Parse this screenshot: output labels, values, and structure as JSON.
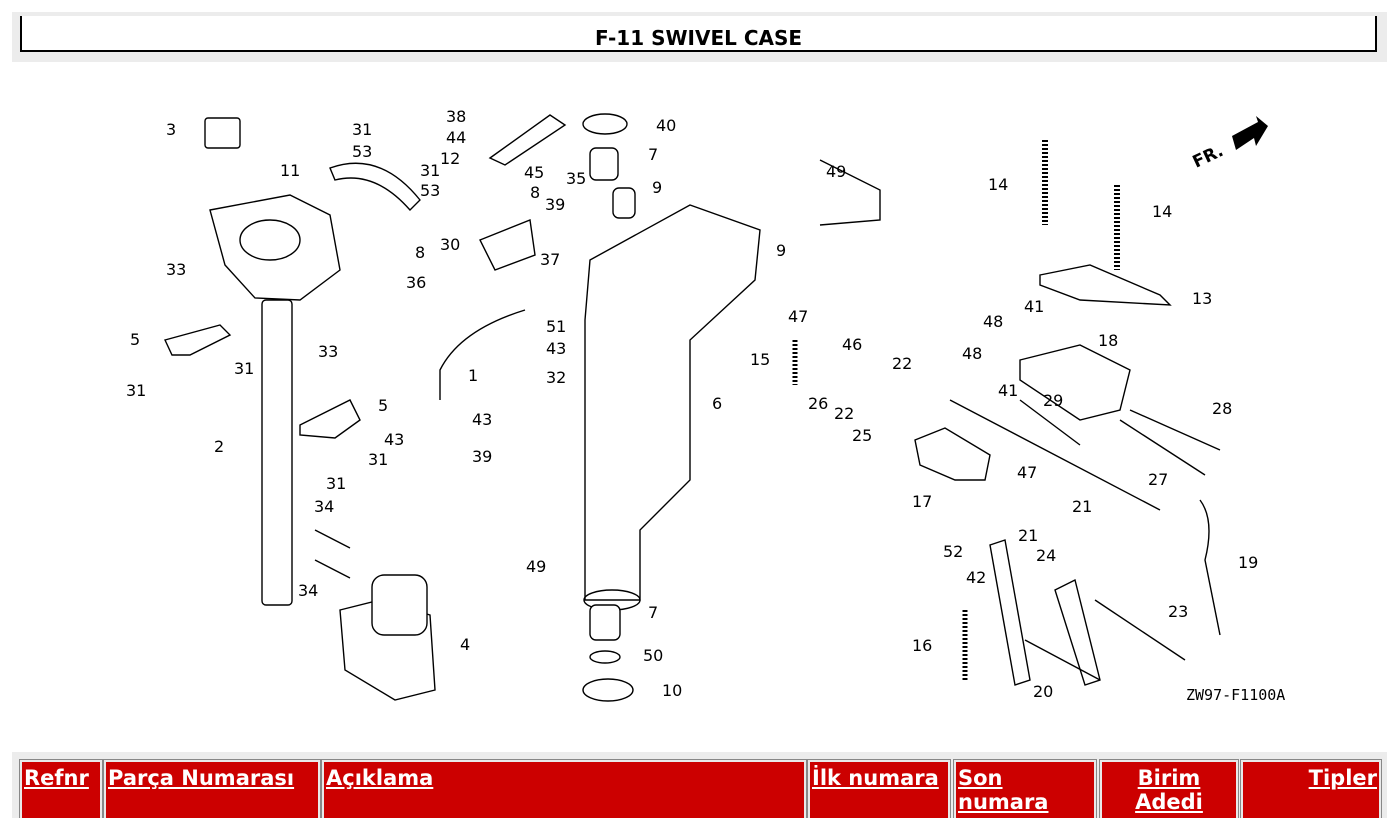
{
  "page": {
    "title": "F-11 SWIVEL CASE"
  },
  "diagram": {
    "code": "ZW97-F1100A",
    "direction_label": "FR.",
    "callouts": {
      "c1": "1",
      "c2": "2",
      "c3": "3",
      "c4": "4",
      "c5a": "5",
      "c5b": "5",
      "c6": "6",
      "c7a": "7",
      "c7b": "7",
      "c8a": "8",
      "c8b": "8",
      "c9a": "9",
      "c9b": "9",
      "c10": "10",
      "c11": "11",
      "c12": "12",
      "c13": "13",
      "c14a": "14",
      "c14b": "14",
      "c15": "15",
      "c16": "16",
      "c17": "17",
      "c18": "18",
      "c19": "19",
      "c20": "20",
      "c21a": "21",
      "c21b": "21",
      "c22a": "22",
      "c22b": "22",
      "c23": "23",
      "c24": "24",
      "c25": "25",
      "c26": "26",
      "c27": "27",
      "c28": "28",
      "c29": "29",
      "c30": "30",
      "c31a": "31",
      "c31b": "31",
      "c31c": "31",
      "c31d": "31",
      "c31e": "31",
      "c31f": "31",
      "c32": "32",
      "c33a": "33",
      "c33b": "33",
      "c34a": "34",
      "c34b": "34",
      "c35": "35",
      "c36": "36",
      "c37": "37",
      "c38": "38",
      "c39a": "39",
      "c39b": "39",
      "c40": "40",
      "c41a": "41",
      "c41b": "41",
      "c42": "42",
      "c43a": "43",
      "c43b": "43",
      "c43c": "43",
      "c44": "44",
      "c45": "45",
      "c46": "46",
      "c47a": "47",
      "c47b": "47",
      "c48a": "48",
      "c48b": "48",
      "c49a": "49",
      "c49b": "49",
      "c50": "50",
      "c51": "51",
      "c52": "52",
      "c53a": "53",
      "c53b": "53"
    }
  },
  "table": {
    "headers": {
      "ref": "Refnr",
      "part_number": "Parça Numarası",
      "description": "Açıklama",
      "first_number": "İlk numara",
      "last_number": "Son numara",
      "unit_qty": "Birim Adedi",
      "types": "Tipler"
    }
  },
  "colors": {
    "header_bg": "#cc0000",
    "header_text": "#ffffff",
    "frame_bg": "#ececec"
  }
}
